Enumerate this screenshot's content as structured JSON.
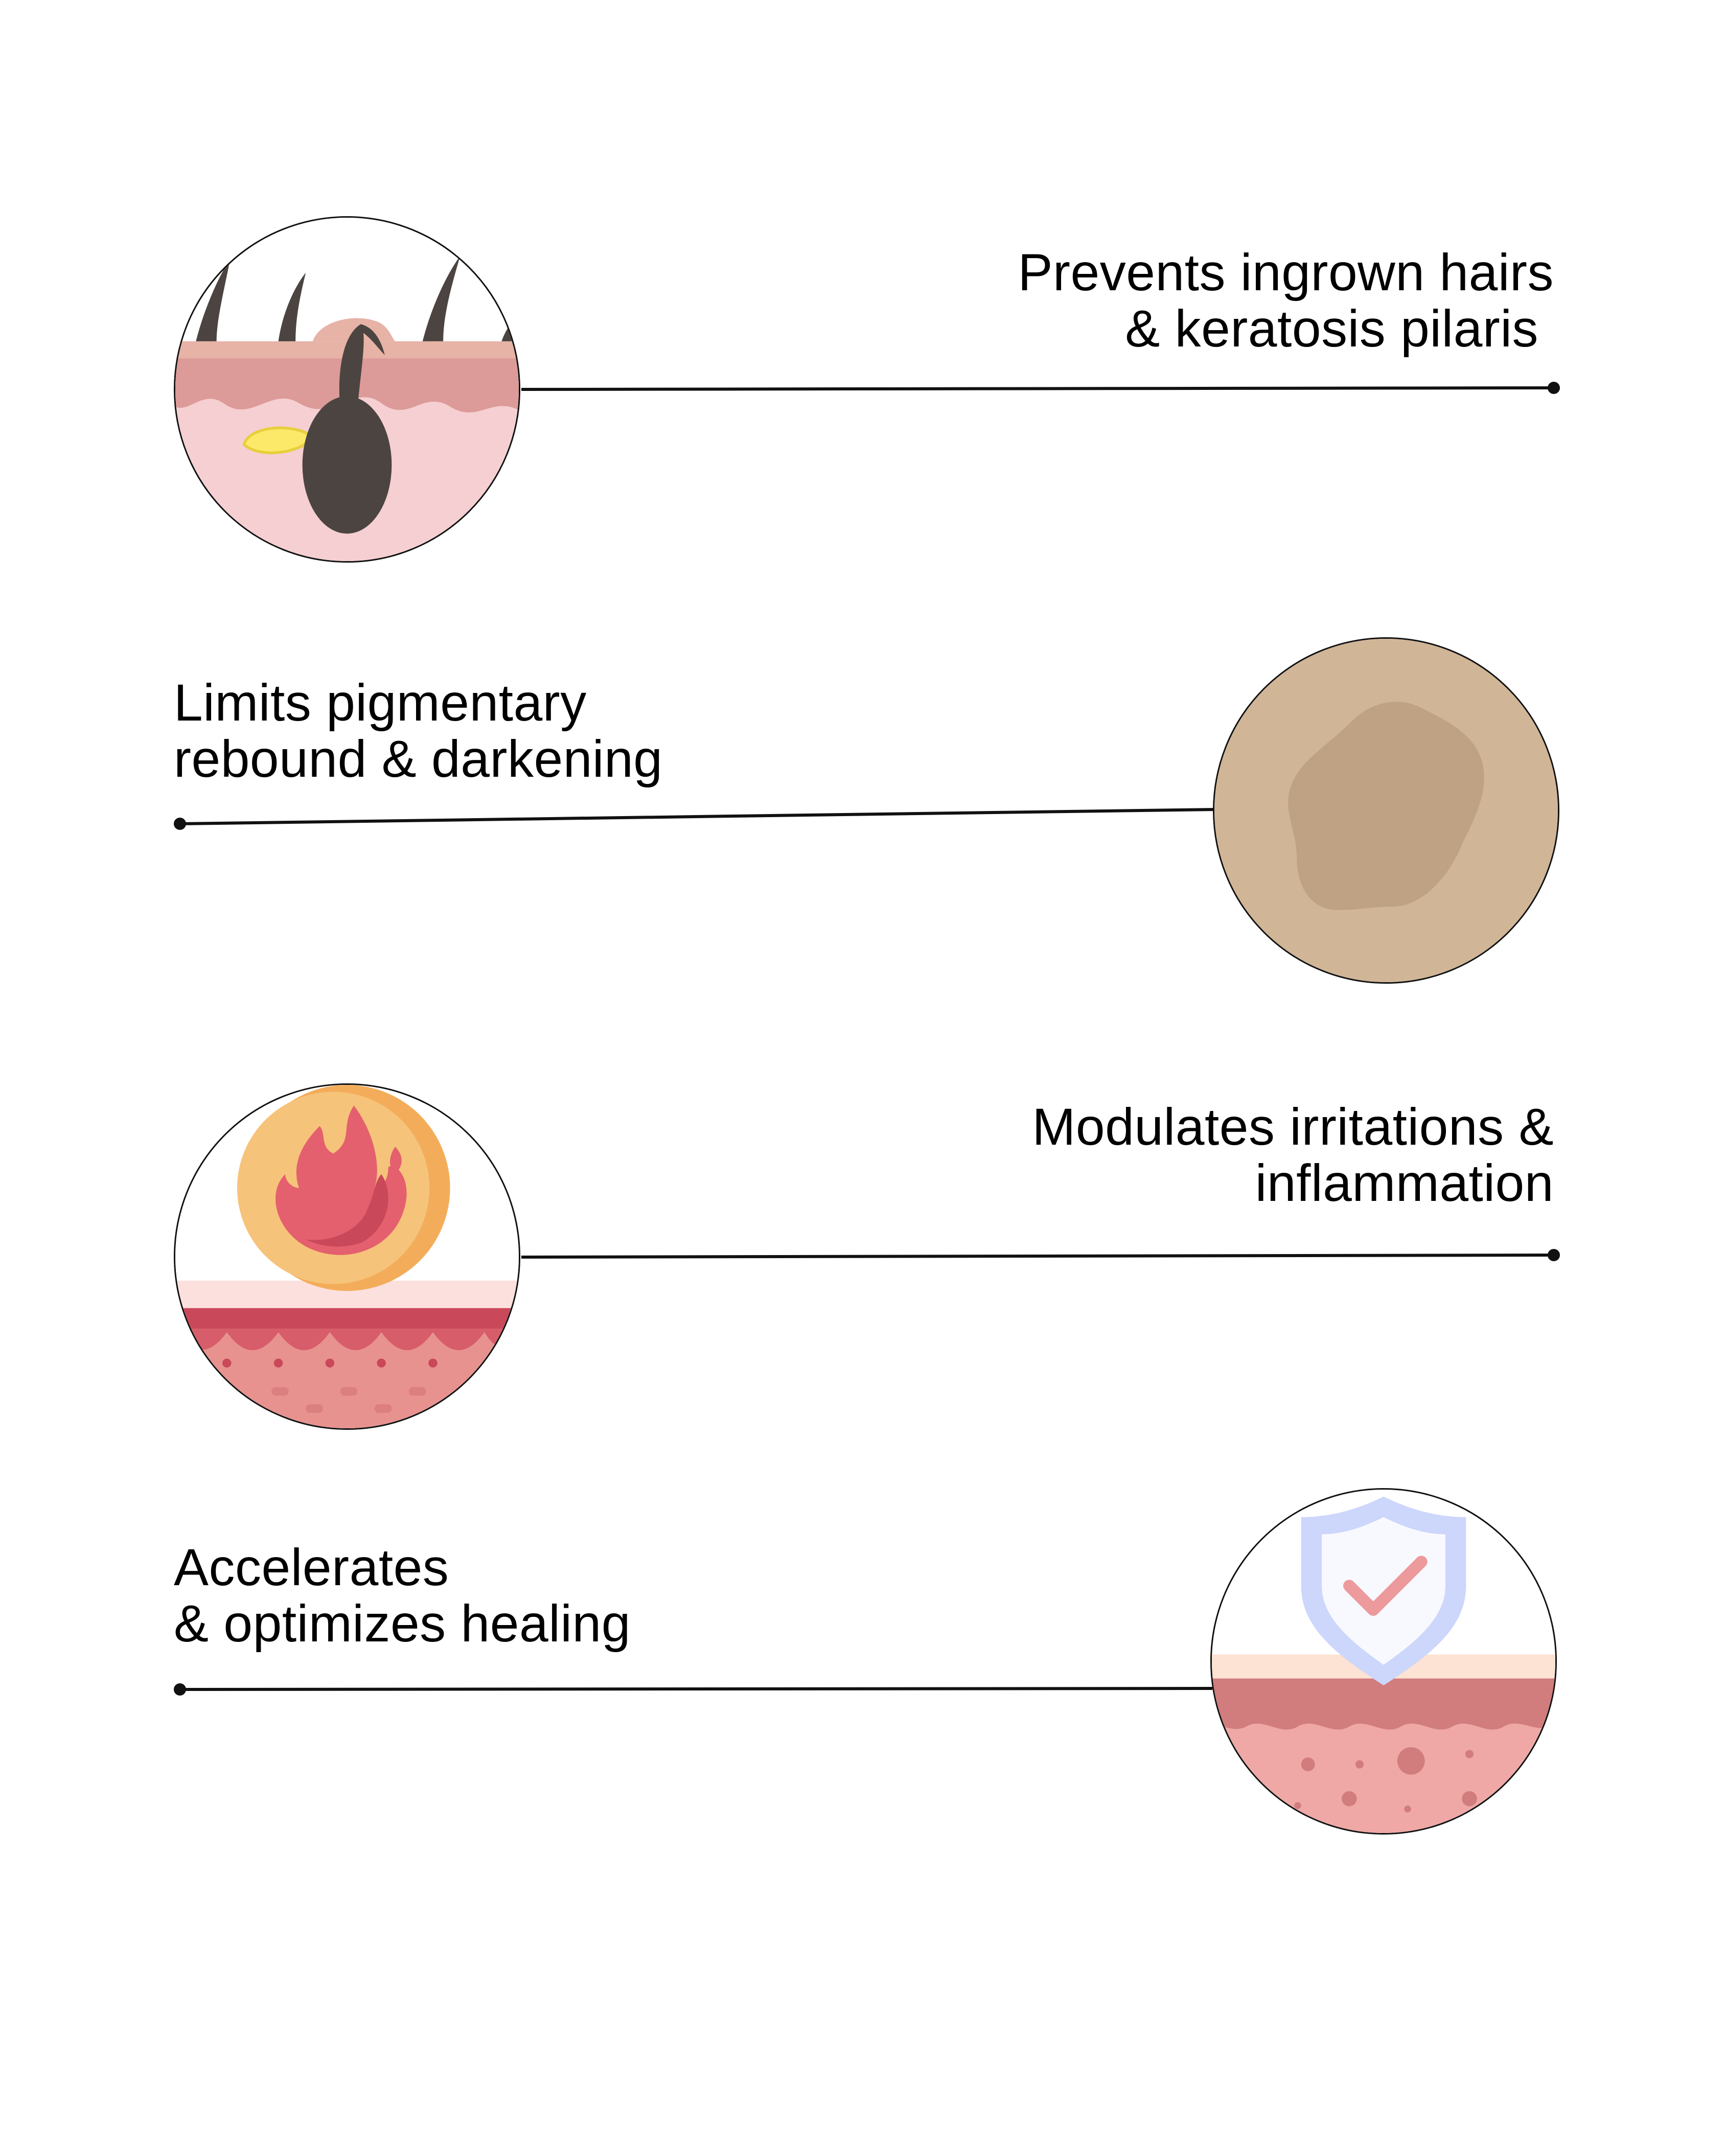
{
  "benefits": [
    {
      "lines": [
        "Prevents ingrown hairs",
        "& keratosis pilaris"
      ],
      "icon": "ingrown-hair-follicle-icon",
      "align": "right"
    },
    {
      "lines": [
        "Limits pigmentary",
        "rebound & darkening"
      ],
      "icon": "pigmentation-spot-icon",
      "align": "left"
    },
    {
      "lines": [
        "Modulates irritations &",
        "inflammation"
      ],
      "icon": "inflammation-flame-icon",
      "align": "right"
    },
    {
      "lines": [
        "Accelerates",
        "& optimizes healing"
      ],
      "icon": "healing-shield-icon",
      "align": "left"
    }
  ],
  "colors": {
    "text": "#000000",
    "line": "#111111",
    "skin_pink": "#f5cfd1",
    "dermis": "#dc9a98",
    "pigment_base": "#d1b597",
    "pigment_spot": "#bfa184",
    "flame_orb": "#f6be71",
    "flame": "#e4606e",
    "skin_red": "#c9485a",
    "shield": "#cdd6fb",
    "check": "#ec9a9c"
  }
}
